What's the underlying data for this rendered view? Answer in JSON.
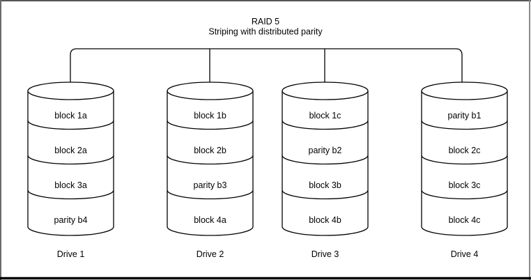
{
  "diagram": {
    "title": "RAID 5",
    "subtitle": "Striping with distributed parity"
  },
  "drives": [
    {
      "name": "Drive 1",
      "blocks": [
        "block 1a",
        "block 2a",
        "block 3a",
        "parity b4"
      ]
    },
    {
      "name": "Drive 2",
      "blocks": [
        "block 1b",
        "block 2b",
        "parity b3",
        "block 4a"
      ]
    },
    {
      "name": "Drive 3",
      "blocks": [
        "block 1c",
        "parity b2",
        "block 3b",
        "block 4b"
      ]
    },
    {
      "name": "Drive 4",
      "blocks": [
        "parity b1",
        "block 2c",
        "block 3c",
        "block 4c"
      ]
    }
  ],
  "colors": {
    "line": "#000000",
    "text": "#000000",
    "background": "#ffffff",
    "frame_side": "#6b6b6b",
    "frame_bottom": "#000000"
  }
}
